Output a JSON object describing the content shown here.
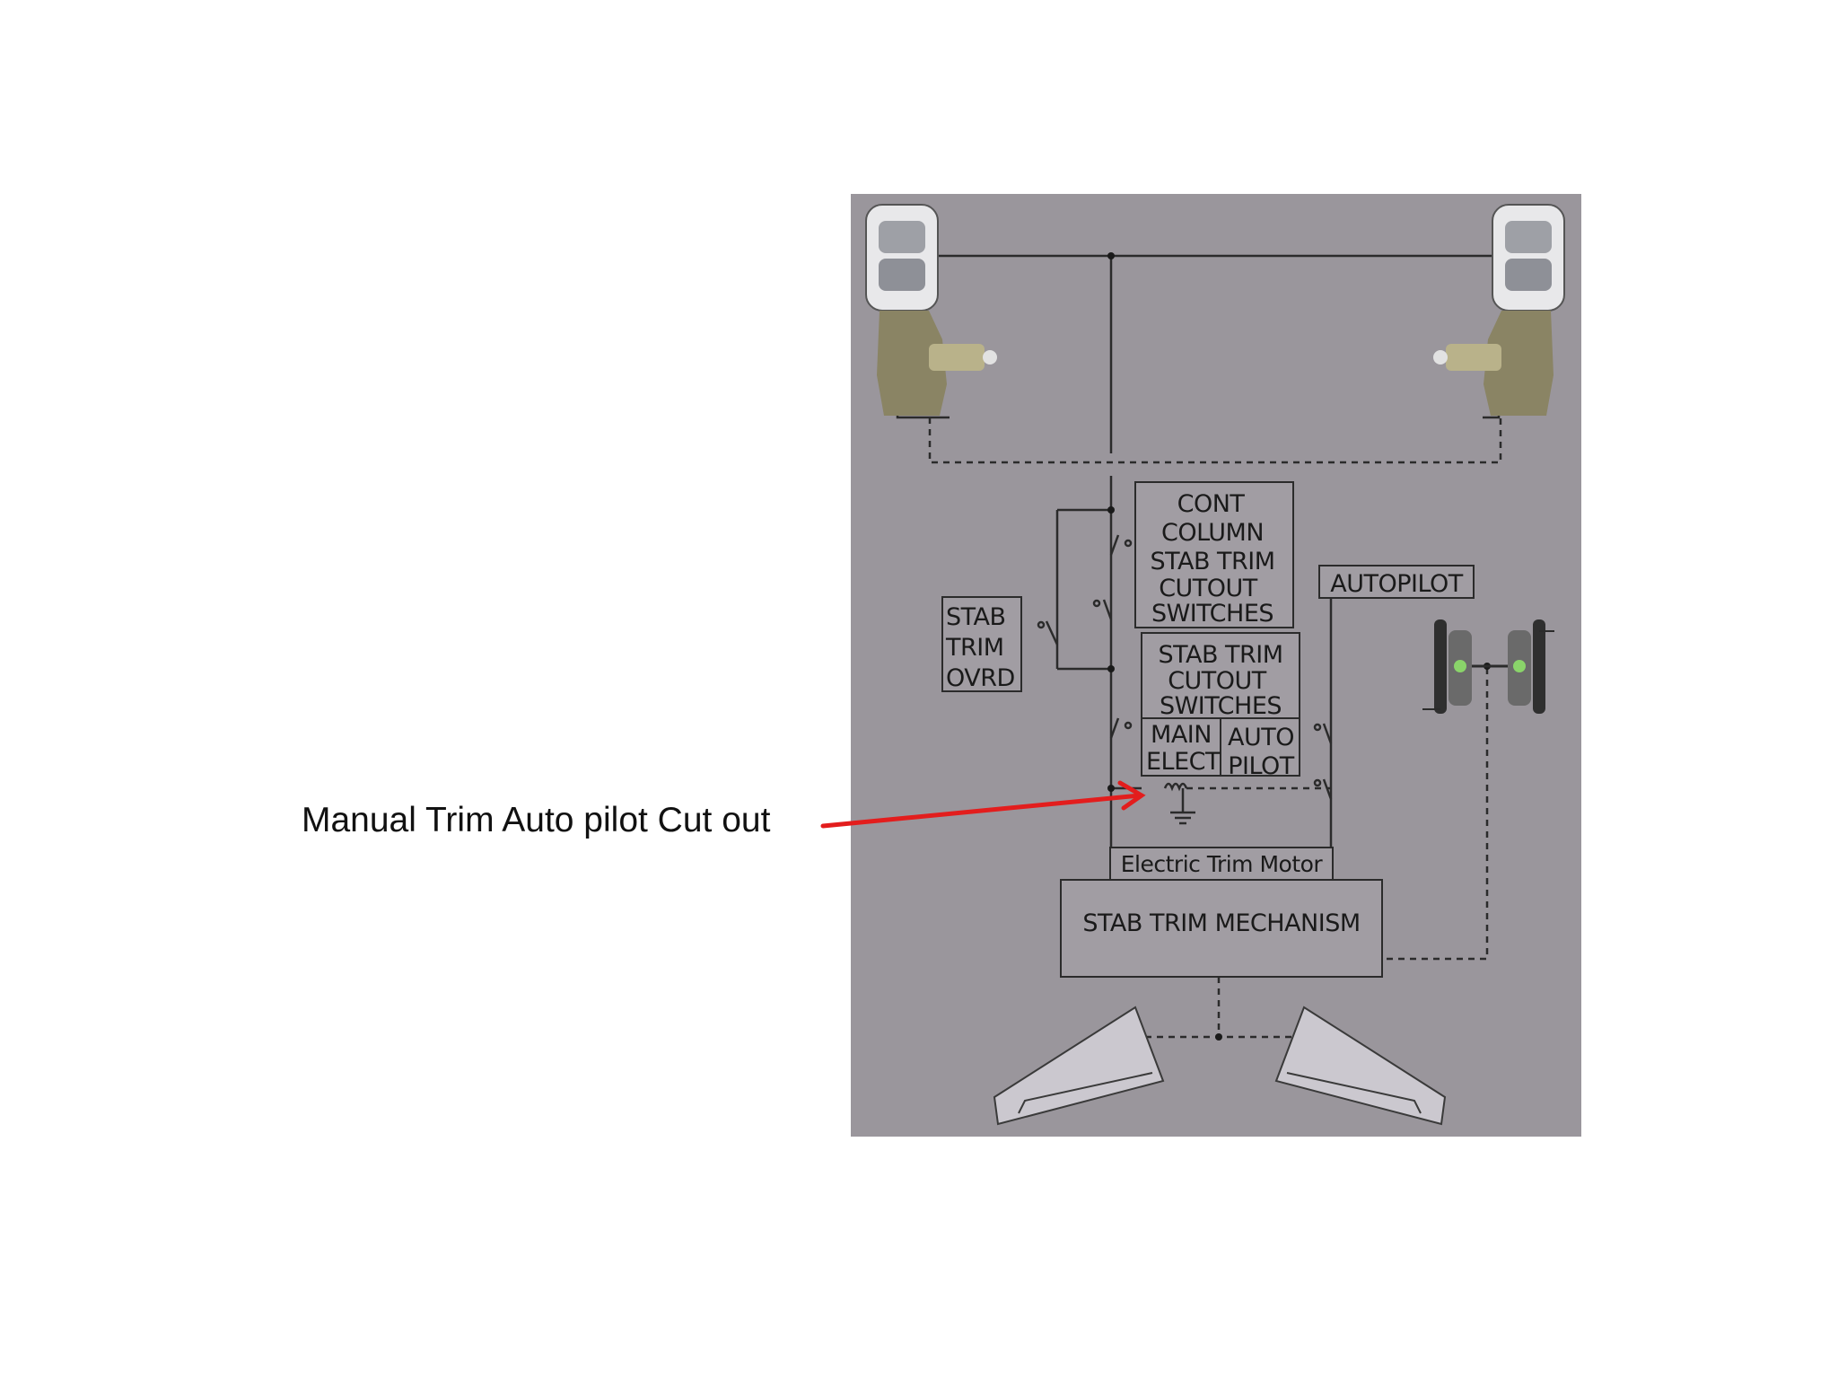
{
  "annotation": {
    "text": "Manual Trim Auto pilot Cut out",
    "arrow_color": "#e31d1d"
  },
  "diagram": {
    "panel_color": "#9a969c",
    "line_color": "#2b2b2b",
    "boxes": {
      "cont_column": [
        "CONT",
        "COLUMN",
        "STAB TRIM",
        "CUTOUT",
        "SWITCHES"
      ],
      "stab_trim_ovrd": [
        "STAB",
        "TRIM",
        "OVRD"
      ],
      "autopilot": [
        "AUTOPILOT"
      ],
      "stab_trim_cutout": [
        "STAB TRIM",
        "CUTOUT",
        "SWITCHES"
      ],
      "main_elect": [
        "MAIN",
        "ELECT"
      ],
      "auto_pilot": [
        "AUTO",
        "PILOT"
      ],
      "electric_trim_motor": [
        "Electric Trim Motor"
      ],
      "stab_trim_mechanism": [
        "STAB TRIM MECHANISM"
      ]
    },
    "icons": [
      "trim-switch-handle-icon",
      "trim-wheel-icon",
      "stabilizer-icon"
    ]
  }
}
